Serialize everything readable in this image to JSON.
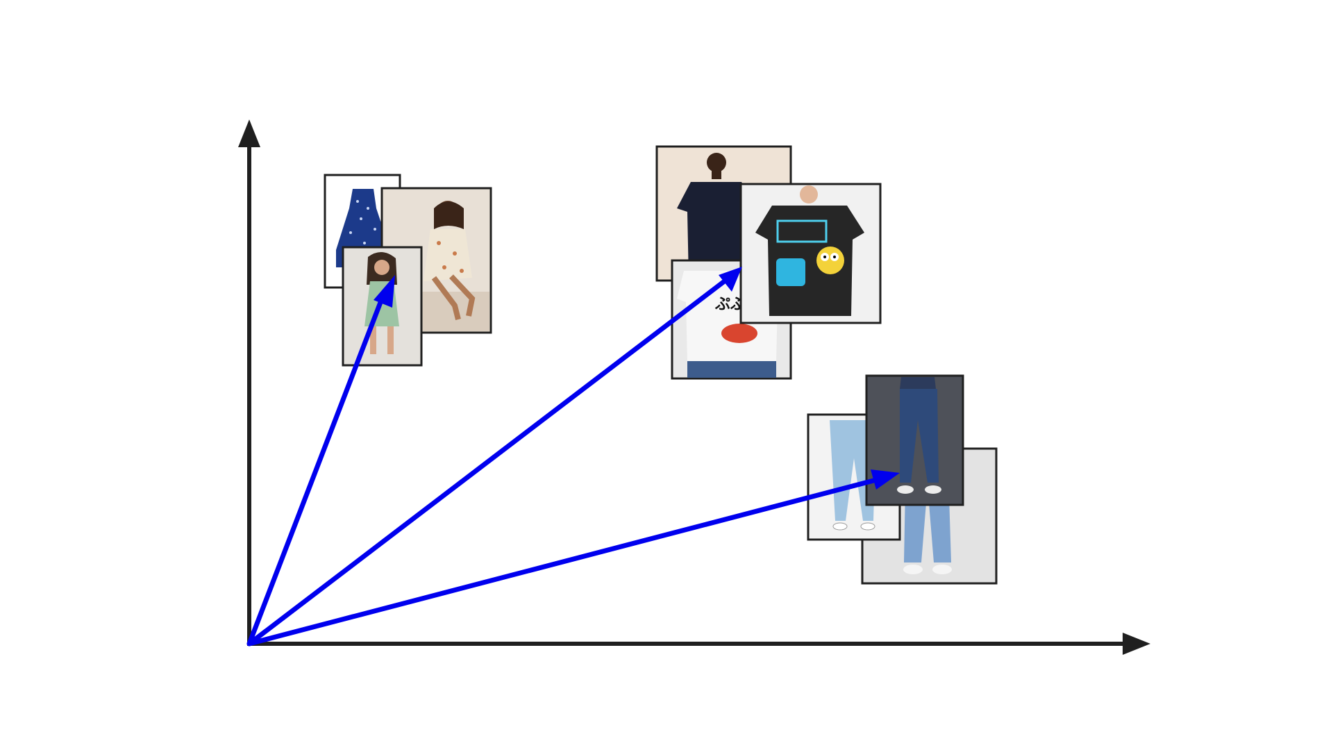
{
  "diagram": {
    "kind": "embedding-space vectors",
    "colors": {
      "background": "#ffffff",
      "axis": "#1f1f1f",
      "vector": "#0000ee",
      "frame": "#1f1f1f"
    },
    "clusters": [
      {
        "category": "dress",
        "items": [
          {
            "icon": "blue-polka-dot-dress-photo"
          },
          {
            "icon": "floral-dress-seated-model-photo"
          },
          {
            "icon": "green-dress-model-photo"
          }
        ]
      },
      {
        "category": "t-shirt",
        "items": [
          {
            "icon": "navy-tshirt-model-photo"
          },
          {
            "icon": "white-graphic-tshirt-photo"
          },
          {
            "icon": "black-graphic-tshirt-photo"
          }
        ]
      },
      {
        "category": "jeans",
        "items": [
          {
            "icon": "light-wash-jeans-photo"
          },
          {
            "icon": "straight-leg-jeans-photo"
          },
          {
            "icon": "dark-wash-jeans-photo"
          }
        ]
      }
    ]
  }
}
